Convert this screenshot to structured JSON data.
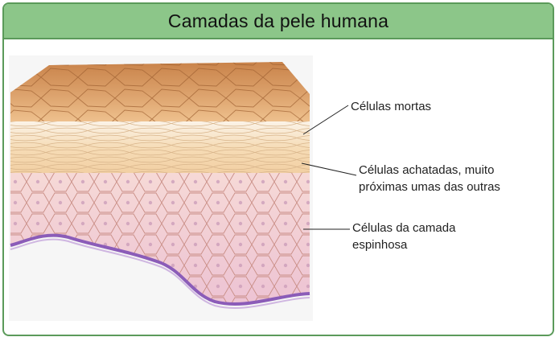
{
  "title": "Camadas da pele humana",
  "labels": {
    "dead_cells": "Células mortas",
    "flattened_cells_line1": "Células achatadas, muito",
    "flattened_cells_line2": "próximas umas das outras",
    "spinous_cells_line1": "Células da camada",
    "spinous_cells_line2": "espinhosa"
  },
  "colors": {
    "frame_green": "#5b9a5a",
    "header_green": "#8cc689",
    "dead_layer": "#d79a5e",
    "flattened_layer": "#f3d7b0",
    "spinous_layer": "#f0cbd3",
    "basal_line": "#8b5cb8"
  }
}
